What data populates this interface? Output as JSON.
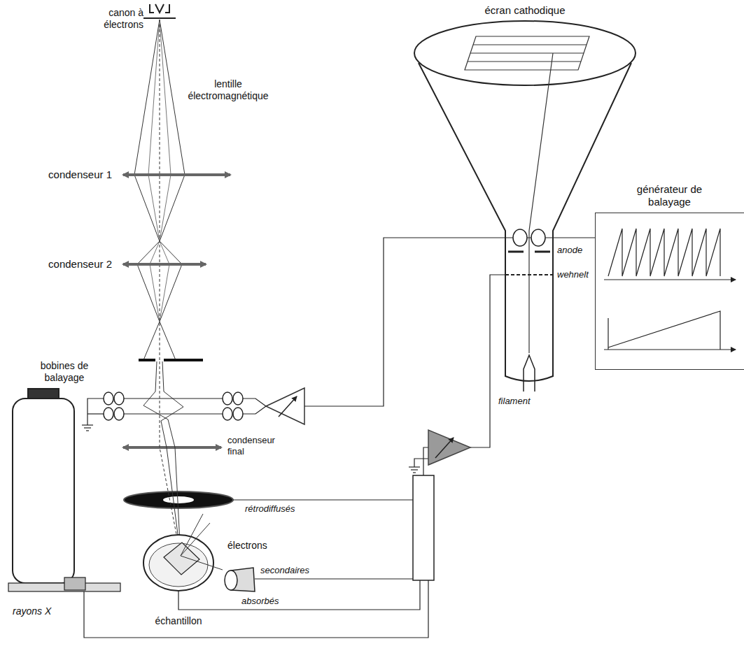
{
  "diagram": {
    "nodes": [
      {
        "text": [
          "générateur de balayage"
        ]
      }
    ],
    "labels": [
      "canon à électrons",
      "lentille électromagnétique",
      "condenseur 1",
      "condenseur 2",
      "écran cathodique",
      "anode",
      "wehnelt",
      "filament",
      "bobines de balayage",
      "condenseur final",
      "rétrodiffusés",
      "électrons",
      "secondaires",
      "absorbés",
      "échantillon",
      "rayons X"
    ]
  }
}
